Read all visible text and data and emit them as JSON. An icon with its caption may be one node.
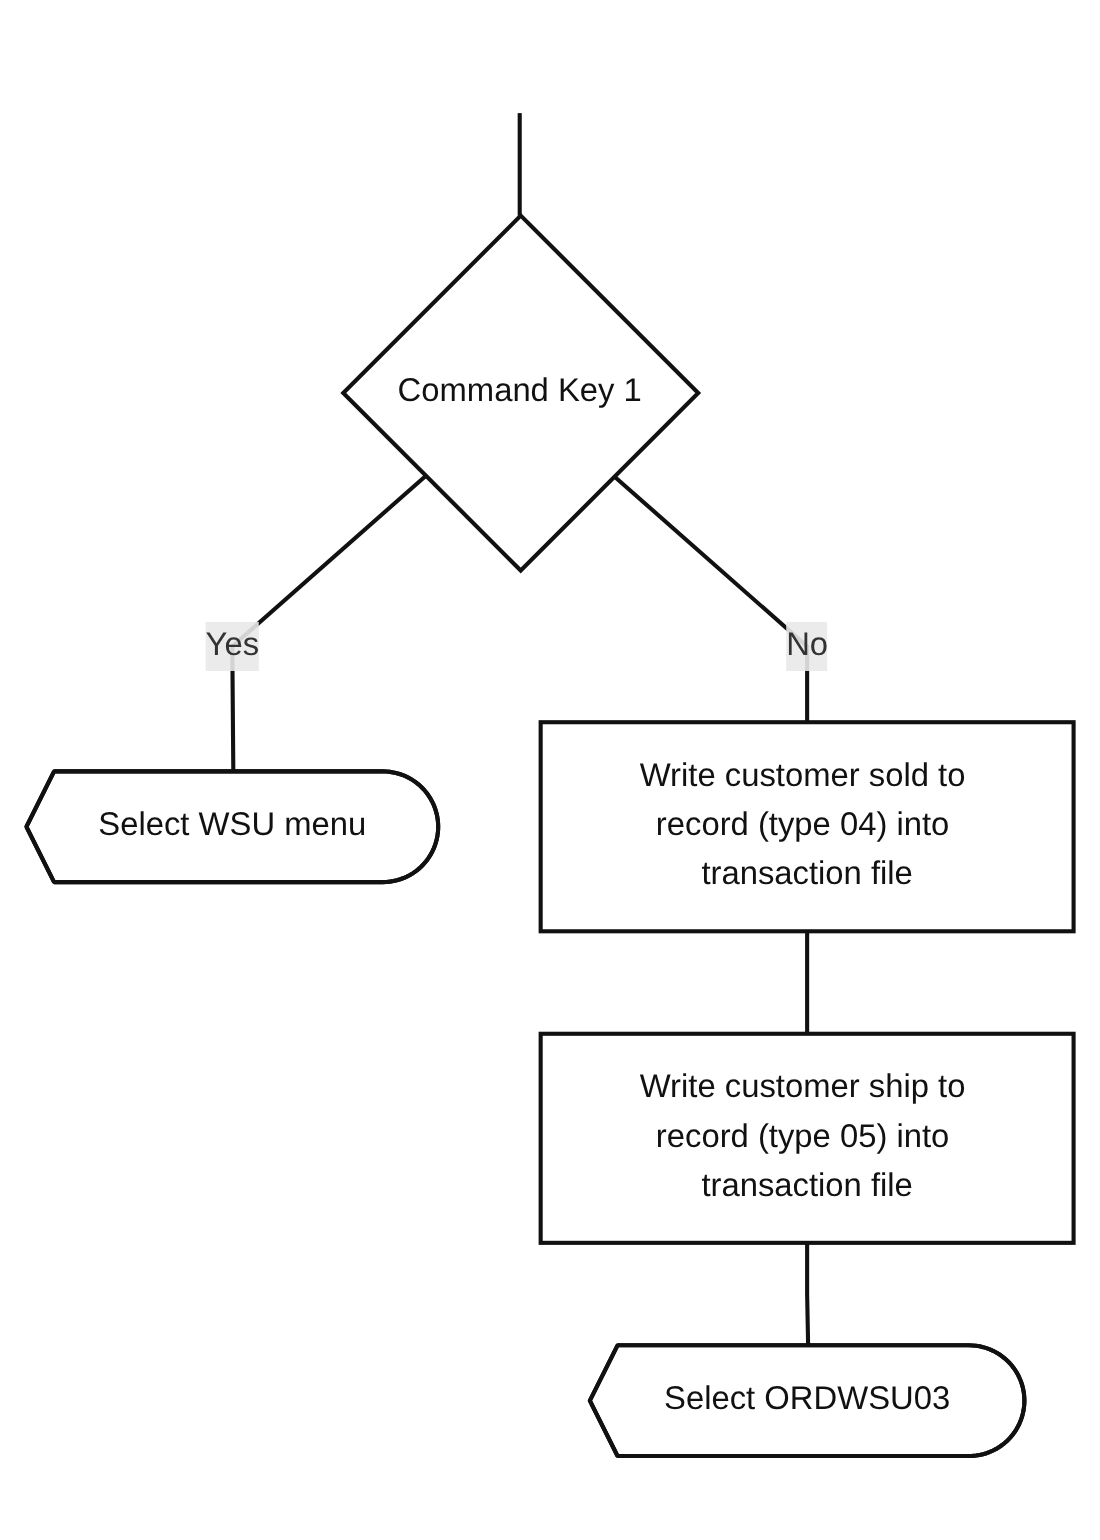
{
  "diagram": {
    "nodes": [
      {
        "text": [
          "Command Key 1"
        ]
      },
      {
        "text": [
          "Select WSU menu"
        ]
      },
      {
        "text": [
          "Write customer sold to record (type 04) into transaction file"
        ]
      },
      {
        "text": [
          "Write customer ship to record (type 05) into transaction file"
        ]
      },
      {
        "text": [
          "Select ORDWSU03"
        ]
      }
    ],
    "edges": [
      {
        "from": null,
        "to": 0,
        "arrow": "none"
      },
      {
        "from": 0,
        "to": 1,
        "label": "Yes",
        "arrow": "none"
      },
      {
        "from": 0,
        "to": 2,
        "label": "No",
        "arrow": "none"
      },
      {
        "from": 2,
        "to": 3,
        "arrow": "none"
      },
      {
        "from": 3,
        "to": 4,
        "arrow": "none"
      }
    ]
  }
}
